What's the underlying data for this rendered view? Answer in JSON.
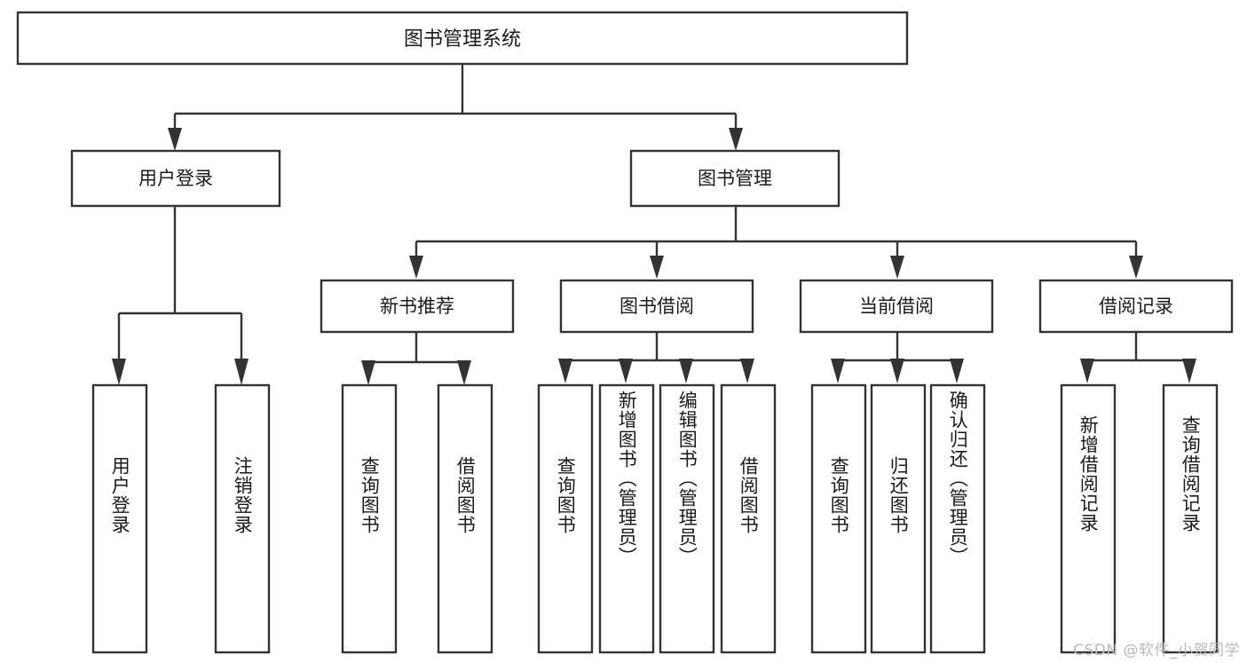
{
  "diagram": {
    "title": "图书管理系统",
    "type": "tree",
    "root": {
      "label": "图书管理系统"
    },
    "level1": [
      {
        "id": "user-login",
        "label": "用户登录"
      },
      {
        "id": "book-manage",
        "label": "图书管理"
      }
    ],
    "level2": [
      {
        "id": "new-book-recommend",
        "label": "新书推荐",
        "parent": "book-manage"
      },
      {
        "id": "book-borrow",
        "label": "图书借阅",
        "parent": "book-manage"
      },
      {
        "id": "current-borrow",
        "label": "当前借阅",
        "parent": "book-manage"
      },
      {
        "id": "borrow-record",
        "label": "借阅记录",
        "parent": "book-manage"
      }
    ],
    "leaves": [
      {
        "id": "leaf-user-login",
        "label": "用户登录",
        "parent": "user-login"
      },
      {
        "id": "leaf-logout-login",
        "label": "注销登录",
        "parent": "user-login"
      },
      {
        "id": "leaf-query-book-1",
        "label": "查询图书",
        "parent": "new-book-recommend"
      },
      {
        "id": "leaf-borrow-book-1",
        "label": "借阅图书",
        "parent": "new-book-recommend"
      },
      {
        "id": "leaf-query-book-2",
        "label": "查询图书",
        "parent": "book-borrow"
      },
      {
        "id": "leaf-add-book",
        "label": "新增图书（管理员）",
        "parent": "book-borrow"
      },
      {
        "id": "leaf-edit-book",
        "label": "编辑图书（管理员）",
        "parent": "book-borrow"
      },
      {
        "id": "leaf-borrow-book-2",
        "label": "借阅图书",
        "parent": "book-borrow"
      },
      {
        "id": "leaf-query-book-3",
        "label": "查询图书",
        "parent": "current-borrow"
      },
      {
        "id": "leaf-return-book",
        "label": "归还图书",
        "parent": "current-borrow"
      },
      {
        "id": "leaf-confirm-return",
        "label": "确认归还（管理员）",
        "parent": "current-borrow"
      },
      {
        "id": "leaf-add-borrow-record",
        "label": "新增借阅记录",
        "parent": "borrow-record"
      },
      {
        "id": "leaf-query-borrow-record",
        "label": "查询借阅记录",
        "parent": "borrow-record"
      }
    ]
  },
  "watermark": {
    "text": "CSDN @软件_小贺同学"
  },
  "colors": {
    "stroke": "#333333",
    "fill": "#ffffff",
    "text": "#1a1a1a",
    "watermark": "#b9b9b9"
  }
}
